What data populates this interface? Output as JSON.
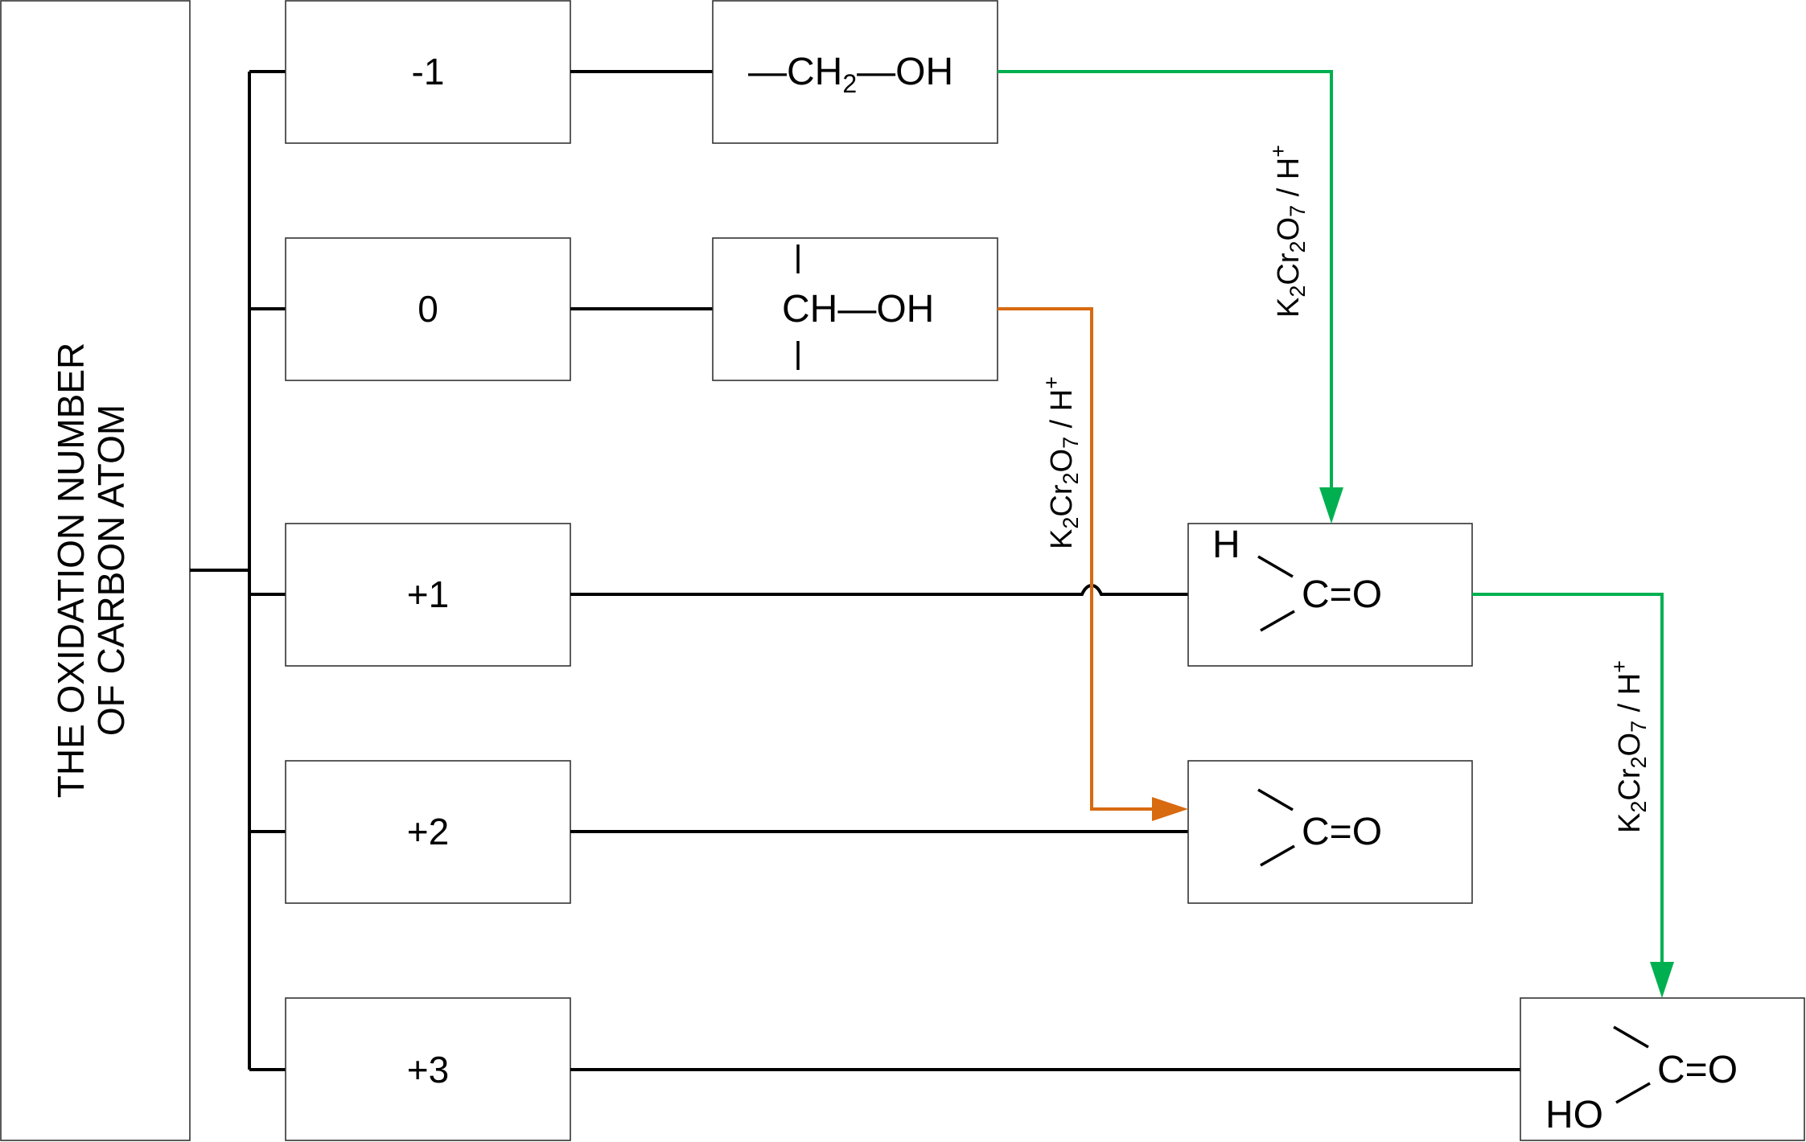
{
  "title": {
    "line1": "THE OXIDATION NUMBER",
    "line2": "OF CARBON ATOM"
  },
  "levels": [
    {
      "label": "-1"
    },
    {
      "label": "0"
    },
    {
      "label": "+1"
    },
    {
      "label": "+2"
    },
    {
      "label": "+3"
    }
  ],
  "structures": {
    "primary_alcohol": {
      "left_bond": "—",
      "c": "CH",
      "sub": "2",
      "mid_bond": "—",
      "oh": "OH"
    },
    "secondary_alcohol": {
      "top": "I",
      "main": "CH—OH",
      "bottom": "I"
    },
    "aldehyde": {
      "h": "H",
      "co": "C=O"
    },
    "ketone": {
      "co": "C=O"
    },
    "carboxylic_acid": {
      "co": "C=O",
      "ho": "HO"
    }
  },
  "reagents": [
    {
      "k": "K",
      "k_sub": "2",
      "cr": "Cr",
      "cr_sub": "2",
      "o": "O",
      "o_sub": "7",
      "sep": " / H",
      "sup": "+",
      "color": "#00b050"
    },
    {
      "k": "K",
      "k_sub": "2",
      "cr": "Cr",
      "cr_sub": "2",
      "o": "O",
      "o_sub": "7",
      "sep": " / H",
      "sup": "+",
      "color": "#d86a10"
    },
    {
      "k": "K",
      "k_sub": "2",
      "cr": "Cr",
      "cr_sub": "2",
      "o": "O",
      "o_sub": "7",
      "sep": " / H",
      "sup": "+",
      "color": "#00b050"
    }
  ],
  "colors": {
    "green_arrow": "#00b050",
    "orange_arrow": "#d86a10",
    "line": "#000000"
  }
}
